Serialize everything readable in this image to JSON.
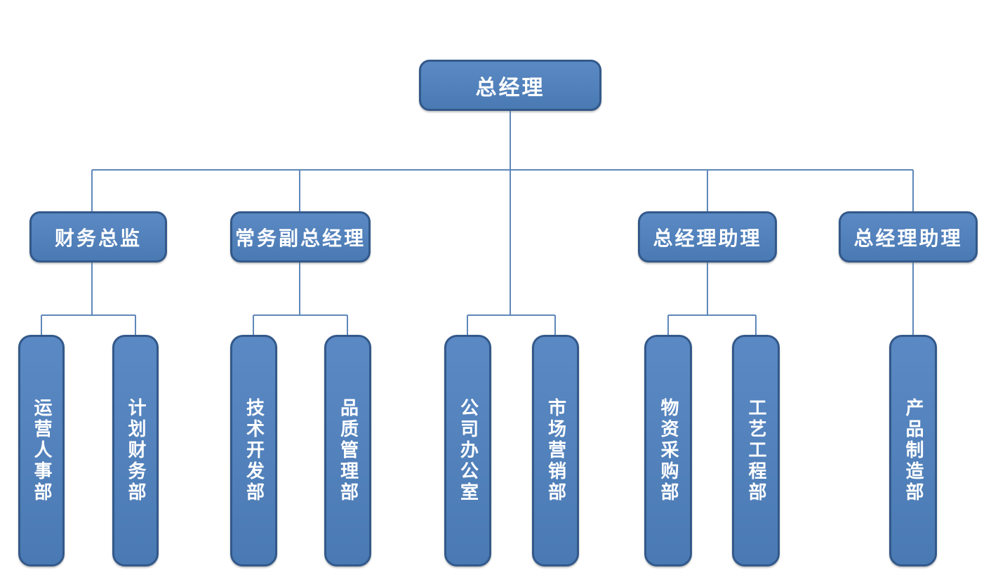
{
  "diagram": {
    "type": "org-chart",
    "root": {
      "label": "总经理"
    },
    "managers": [
      {
        "label": "财务总监",
        "children": [
          "运营人事部",
          "计划财务部"
        ]
      },
      {
        "label": "常务副总经理",
        "children": [
          "技术开发部",
          "品质管理部"
        ]
      },
      {
        "label": "总经理助理",
        "children": [
          "物资采购部",
          "工艺工程部"
        ]
      },
      {
        "label": "总经理助理",
        "children": [
          "产品制造部"
        ]
      }
    ],
    "root_direct_children": [
      "公司办公室",
      "市场营销部"
    ],
    "departments": [
      {
        "label": "运营人事部"
      },
      {
        "label": "计划财务部"
      },
      {
        "label": "技术开发部"
      },
      {
        "label": "品质管理部"
      },
      {
        "label": "公司办公室"
      },
      {
        "label": "市场营销部"
      },
      {
        "label": "物资采购部"
      },
      {
        "label": "工艺工程部"
      },
      {
        "label": "产品制造部"
      }
    ]
  },
  "colors": {
    "node_fill_top": "#5b89c4",
    "node_fill_bottom": "#4a7ab3",
    "node_border": "#33598a",
    "connector": "#5f87ba",
    "node_text": "#ffffff",
    "background": "#ffffff"
  }
}
